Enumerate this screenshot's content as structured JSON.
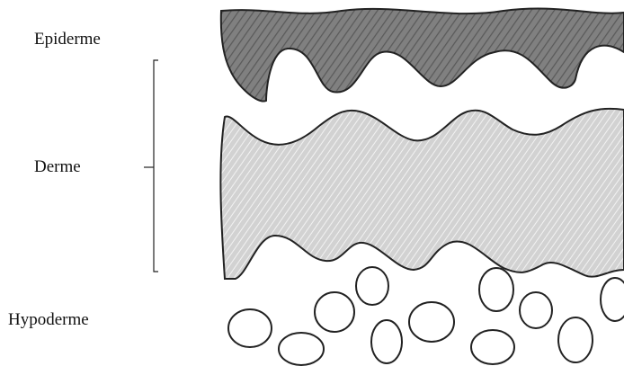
{
  "labels": {
    "epiderme": "Epiderme",
    "derme": "Derme",
    "hypoderme": "Hypoderme"
  },
  "colors": {
    "epiderme_fill": "#7f7f7f",
    "derme_fill": "#cfcfcf",
    "hatch": "#ffffff",
    "outline": "#222222",
    "background": "#ffffff"
  }
}
